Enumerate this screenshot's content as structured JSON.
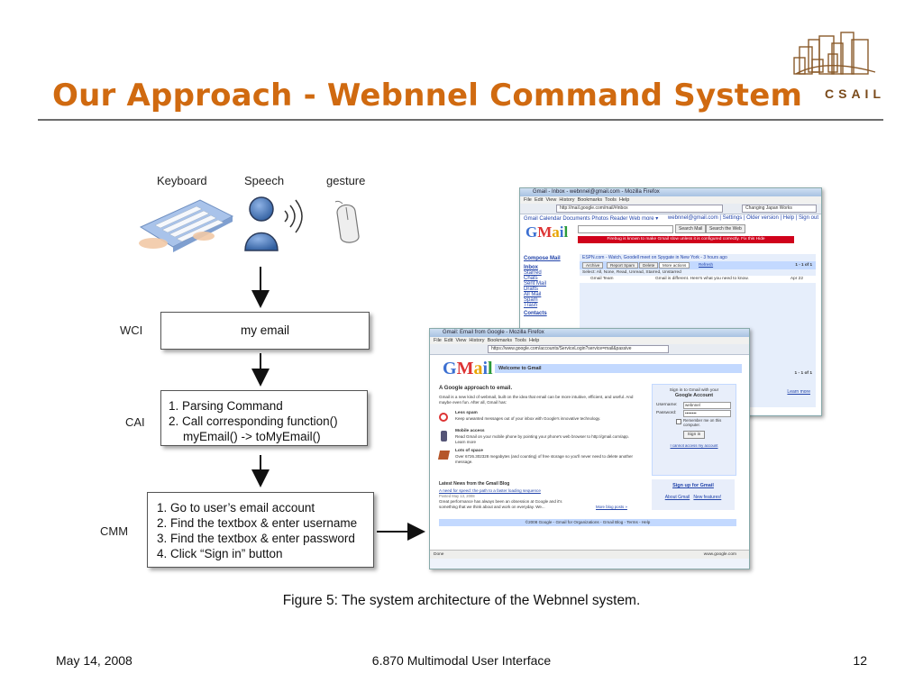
{
  "slide": {
    "title": "Our Approach - Webnnel Command System",
    "logo_text": "CSAIL",
    "caption": "Figure 5: The system architecture of the Webnnel system.",
    "footer": {
      "date": "May 14, 2008",
      "course": "6.870 Multimodal User Interface",
      "page": "12"
    },
    "accent_color": "#d06a10"
  },
  "inputs": {
    "keyboard": "Keyboard",
    "speech": "Speech",
    "gesture": "gesture"
  },
  "wci": {
    "label": "WCI",
    "text": "my email"
  },
  "cai": {
    "label": "CAI",
    "lines": [
      "1. Parsing Command",
      "2. Call corresponding function()",
      "myEmail() -> toMyEmail()"
    ]
  },
  "cmm": {
    "label": "CMM",
    "lines": [
      "1. Go to user’s email account",
      "2. Find the textbox & enter username",
      "3. Find the textbox & enter password",
      "4. Click “Sign in” button"
    ]
  },
  "screens": {
    "inbox": {
      "window_title": "Gmail - Inbox - webnnel@gmail.com - Mozilla Firefox",
      "menu": [
        "File",
        "Edit",
        "View",
        "History",
        "Bookmarks",
        "Tools",
        "Help"
      ],
      "url": "http://mail.google.com/mail/#inbox",
      "search_tab": "Changing Japan Works",
      "nav": "Gmail  Calendar  Documents  Photos  Reader  Web  more ▾",
      "account": "webnnel@gmail.com | Settings | Older version | Help | Sign out",
      "search_mail": "Search Mail",
      "search_web": "Search the Web",
      "warning": "Firebug is known to make Gmail slow unless it is configured correctly. Fix this  Hide",
      "compose": "Compose Mail",
      "labels": [
        "Inbox",
        "Starred",
        "Chats",
        "Sent Mail",
        "Drafts",
        "All Mail",
        "Spam",
        "Trash",
        "Contacts"
      ],
      "webclip": "ESPN.com - Watch, Goodell meet on Spygate in New York - 3 hours ago",
      "buttons": [
        "Archive",
        "Report Spam",
        "Delete",
        "More actions",
        "Refresh"
      ],
      "count": "1 - 1 of 1",
      "select": "Select: All, None, Read, Unread, Starred, Unstarred",
      "row": {
        "sender": "Gmail Team",
        "subject": "Gmail is different. Here's what you need to know.",
        "date": "Apr 22"
      },
      "right_link": "Learn more"
    },
    "login": {
      "window_title": "Gmail: Email from Google - Mozilla Firefox",
      "menu": [
        "File",
        "Edit",
        "View",
        "History",
        "Bookmarks",
        "Tools",
        "Help"
      ],
      "url": "https://www.google.com/accounts/ServiceLogin?service=mail&passive",
      "welcome": "Welcome to Gmail",
      "heading": "A Google approach to email.",
      "intro": "Gmail is a new kind of webmail, built on the idea that email can be more intuitive, efficient, and useful. And maybe even fun. After all, Gmail has:",
      "features": [
        {
          "title": "Less spam",
          "text": "Keep unwanted messages out of your inbox with Google's innovative technology."
        },
        {
          "title": "Mobile access",
          "text": "Read Gmail on your mobile phone by pointing your phone's web browser to http://gmail.com/app. Learn more"
        },
        {
          "title": "Lots of space",
          "text": "Over 6726.302328 megabytes (and counting) of free storage so you'll never need to delete another message."
        }
      ],
      "signin_heading": "Sign in to Gmail with your",
      "signin_account": "Google Account",
      "username_label": "Username:",
      "username_value": "webnnel",
      "password_label": "Password:",
      "password_value": "••••••••",
      "remember": "Remember me on this computer.",
      "signin_button": "Sign in",
      "cant_access": "I cannot access my account",
      "signup": "Sign up for Gmail",
      "about": "About Gmail",
      "newfeatures": "New features!",
      "news_heading": "Latest News from the Gmail Blog",
      "news_link": "A need for speed: the path to a faster loading sequence",
      "news_date": "Posted May 13, 2008",
      "news_text": "Great performance has always been an obsession at Google and it's something that we think about and work on everyday. We...",
      "more_blog": "More blog posts »",
      "footer": "©2008 Google - Gmail for Organizations - Gmail Blog - Terms - Help",
      "status_left": "Done",
      "status_right": "www.google.com"
    }
  }
}
